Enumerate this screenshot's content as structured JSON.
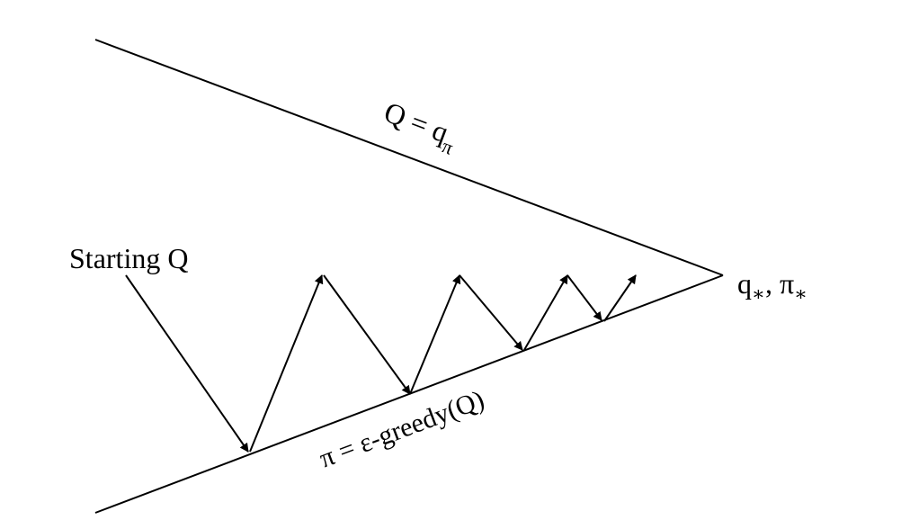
{
  "labels": {
    "start": "Starting Q",
    "evaluation_q": "Q = q",
    "evaluation_sub": "π",
    "improvement": "π = ε-greedy(Q)",
    "optimal_q": "q",
    "optimal_sep": ", π",
    "star": "∗"
  },
  "colors": {
    "ink": "#000000",
    "background": "#ffffff"
  }
}
